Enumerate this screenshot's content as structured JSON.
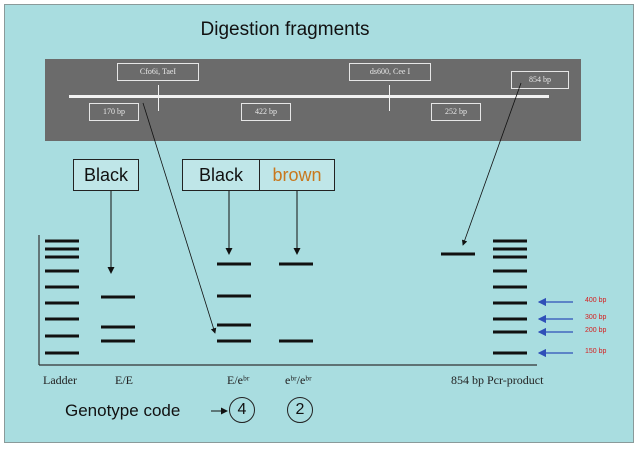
{
  "title": "Digestion fragments",
  "fragment_map": {
    "cut_sites": [
      "Cfo6i, TaeI",
      "ds600, Cee I"
    ],
    "fragments": [
      "170 bp",
      "422 bp",
      "252 bp"
    ],
    "full_product": "854 bp"
  },
  "phenotypes": {
    "ee": "Black",
    "het_left": "Black",
    "het_right": "brown"
  },
  "lanes": [
    "Ladder",
    "E/E",
    "E/eᵇʳ",
    "eᵇʳ/eᵇʳ",
    "854 bp Pcr-product"
  ],
  "size_markers": [
    "400 bp",
    "300 bp",
    "200 bp",
    "150 bp"
  ],
  "genotype": {
    "label": "Genotype code",
    "codes": [
      "4",
      "2"
    ]
  },
  "colors": {
    "background": "#a9dde0",
    "band_panel": "#6b6b6b",
    "brown_text": "#c8781e",
    "marker_text": "#d42020",
    "marker_arrow": "#2f4fb8"
  }
}
